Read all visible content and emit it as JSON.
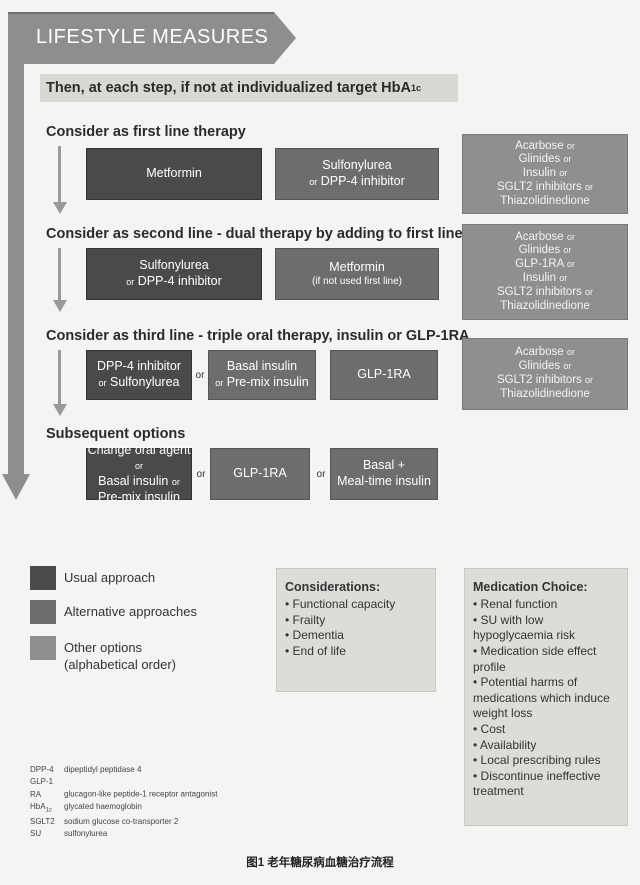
{
  "lifestyle": "LIFESTYLE MEASURES",
  "target_band": {
    "text": "Then, at each step, if not at individualized target HbA",
    "sub": "1c"
  },
  "steps": {
    "first": {
      "title": "Consider as first line therapy",
      "usual": "Metformin",
      "alt_line1": "Sulfonylurea",
      "alt_line2_or": "or",
      "alt_line2": "DPP-4 inhibitor",
      "other": [
        "Acarbose",
        "Glinides",
        "Insulin",
        "SGLT2 inhibitors",
        "Thiazolidinedione"
      ]
    },
    "second": {
      "title": "Consider as second line - dual therapy by adding to first line therapy",
      "usual_line1": "Sulfonylurea",
      "usual_or": "or",
      "usual_line2": "DPP-4 inhibitor",
      "alt_line1": "Metformin",
      "alt_line2": "(if not used first line)",
      "other": [
        "Acarbose",
        "Glinides",
        "GLP-1RA",
        "Insulin",
        "SGLT2 inhibitors",
        "Thiazolidinedione"
      ]
    },
    "third": {
      "title": "Consider as third line - triple oral therapy, insulin or GLP-1RA",
      "usual_line1": "DPP-4 inhibitor",
      "usual_or": "or",
      "usual_line2": "Sulfonylurea",
      "or": "or",
      "alt1_line1": "Basal insulin",
      "alt1_or": "or",
      "alt1_line2": "Pre-mix insulin",
      "alt2": "GLP-1RA",
      "other": [
        "Acarbose",
        "Glinides",
        "SGLT2 inhibitors",
        "Thiazolidinedione"
      ]
    },
    "subsequent": {
      "title": "Subsequent options",
      "usual_line1": "Change oral agent",
      "usual_line2": "Basal insulin",
      "usual_line3": "Pre-mix insulin",
      "or": "or",
      "alt1": "GLP-1RA",
      "alt2_line1": "Basal +",
      "alt2_line2": "Meal-time insulin"
    }
  },
  "or_word": "or",
  "legend": {
    "usual": "Usual approach",
    "alternative": "Alternative approaches",
    "other_line1": "Other options",
    "other_line2": "(alphabetical order)"
  },
  "considerations": {
    "heading": "Considerations:",
    "items": [
      "Functional capacity",
      "Frailty",
      "Dementia",
      "End of life"
    ]
  },
  "medication_choice": {
    "heading": "Medication Choice:",
    "items": [
      "Renal function",
      "SU with low hypoglycaemia risk",
      "Medication side effect profile",
      "Potential harms of medications which induce weight loss",
      "Cost",
      "Availability",
      "Local prescribing rules",
      "Discontinue ineffective treatment"
    ]
  },
  "abbreviations": [
    {
      "key": "DPP-4",
      "value": "dipeptidyl peptidase 4"
    },
    {
      "key": "GLP-1 RA",
      "value": "glucagon-like peptide-1 receptor antagonist"
    },
    {
      "key": "HbA",
      "key_sub": "1c",
      "value": "glycated haemoglobin"
    },
    {
      "key": "SGLT2",
      "value": "sodium glucose co-transporter 2"
    },
    {
      "key": "SU",
      "value": "sulfonylurea"
    }
  ],
  "caption": "图1 老年糖尿病血糖治疗流程",
  "colors": {
    "usual": "#4a4a4a",
    "alternative": "#6d6d6d",
    "other": "#8f8f8f",
    "band": "#d8d8d5"
  }
}
